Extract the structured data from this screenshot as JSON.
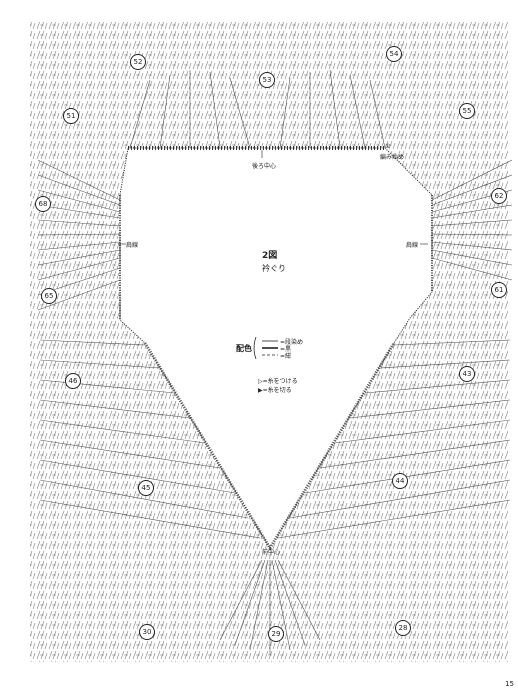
{
  "diagram": {
    "title": "2図",
    "subtitle": "衿ぐり",
    "labels": {
      "back_center": "後ろ中心",
      "front_center": "前中心",
      "shoulder_left": "肩線",
      "shoulder_right": "肩線",
      "start": "編み始め"
    },
    "start_marker": "①",
    "legend": {
      "title": "配色",
      "items": [
        "=段染め",
        "=黒",
        "=紺"
      ],
      "attach": "=糸をつける",
      "cut": "=糸を切る",
      "attach_symbol": "▷",
      "cut_symbol": "▶"
    },
    "motifs": [
      "52",
      "53",
      "54",
      "51",
      "55",
      "68",
      "62",
      "65",
      "61",
      "46",
      "43",
      "45",
      "44",
      "30",
      "29",
      "28"
    ],
    "page_number": "15"
  }
}
